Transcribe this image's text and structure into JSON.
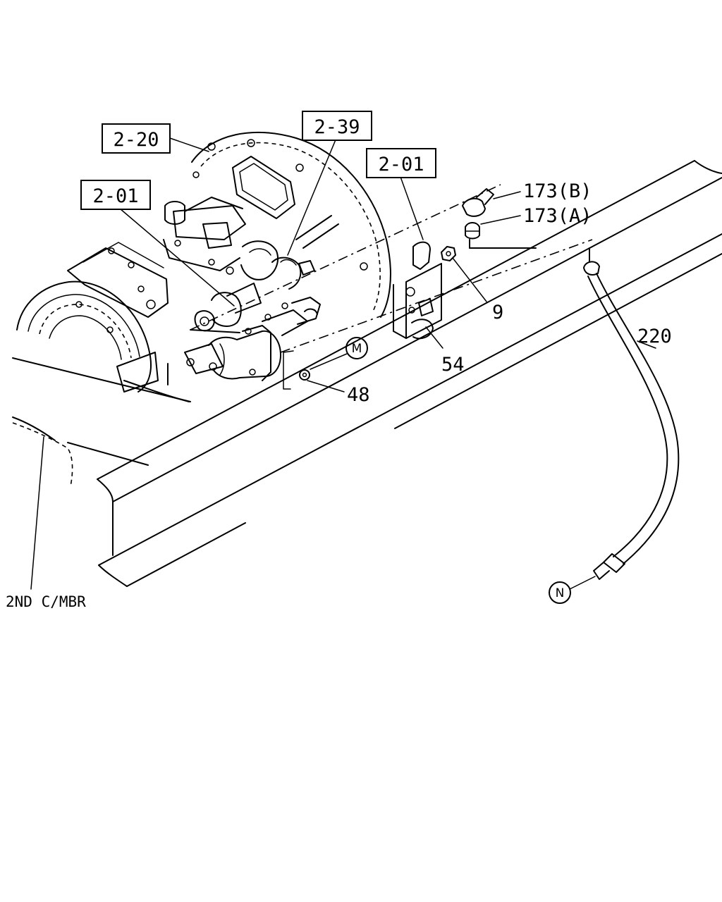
{
  "callouts": {
    "ref_2_20": "2-20",
    "ref_2_39": "2-39",
    "ref_2_01_left": "2-01",
    "ref_2_01_right": "2-01"
  },
  "parts": {
    "p173b": "173(B)",
    "p173a": "173(A)",
    "p9": "9",
    "p54": "54",
    "p48": "48",
    "p220": "220"
  },
  "markers": {
    "m": "M",
    "n": "N"
  },
  "frame_label": "2ND C/MBR"
}
